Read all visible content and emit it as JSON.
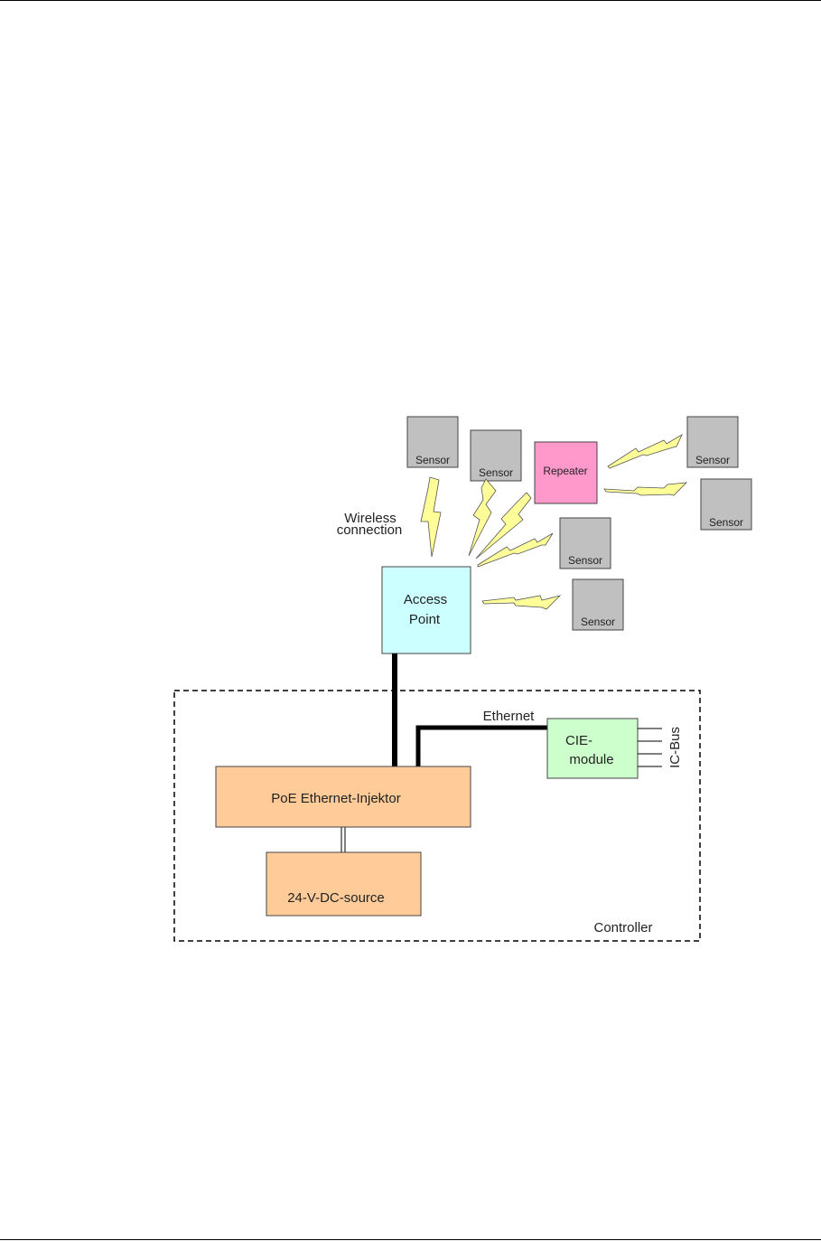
{
  "diagram": {
    "wireless_label": [
      "Wireless",
      "connection"
    ],
    "access_point": [
      "Access",
      "Point"
    ],
    "repeater": "Repeater",
    "sensor": "Sensor",
    "ethernet_label": "Ethernet",
    "cie_module": [
      "CIE-",
      "module"
    ],
    "ic_bus_label": "IC-Bus",
    "poe_injector": "PoE Ethernet-Injektor",
    "dc_source": "24-V-DC-source",
    "controller_label": "Controller"
  },
  "colors": {
    "sensor_fill": "#c0c0c0",
    "repeater_fill": "#ff99cc",
    "access_point_fill": "#ccffff",
    "cie_module_fill": "#ccffcc",
    "power_fill": "#ffcc99",
    "lightning_fill": "#ffff99"
  }
}
